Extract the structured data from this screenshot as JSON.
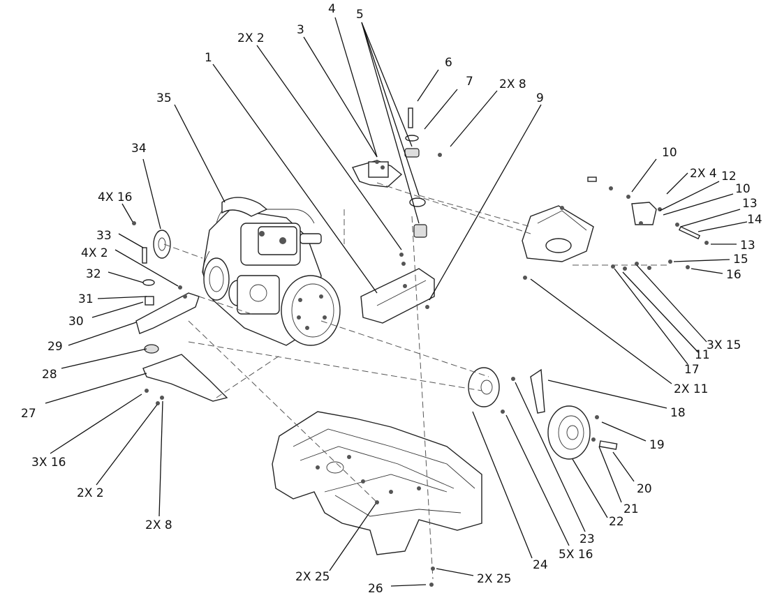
{
  "diagram": {
    "callouts": [
      {
        "id": "c1",
        "text": "1"
      },
      {
        "id": "c2",
        "text": "2X 2"
      },
      {
        "id": "c3",
        "text": "3"
      },
      {
        "id": "c4",
        "text": "4"
      },
      {
        "id": "c5",
        "text": "5"
      },
      {
        "id": "c6",
        "text": "6"
      },
      {
        "id": "c7",
        "text": "7"
      },
      {
        "id": "c8",
        "text": "2X 8"
      },
      {
        "id": "c9",
        "text": "9"
      },
      {
        "id": "c10a",
        "text": "10"
      },
      {
        "id": "c2x4",
        "text": "2X 4"
      },
      {
        "id": "c12",
        "text": "12"
      },
      {
        "id": "c10b",
        "text": "10"
      },
      {
        "id": "c13a",
        "text": "13"
      },
      {
        "id": "c14",
        "text": "14"
      },
      {
        "id": "c13b",
        "text": "13"
      },
      {
        "id": "c15",
        "text": "15"
      },
      {
        "id": "c16",
        "text": "16"
      },
      {
        "id": "c3x15",
        "text": "3X 15"
      },
      {
        "id": "c11",
        "text": "11"
      },
      {
        "id": "c17",
        "text": "17"
      },
      {
        "id": "c2x11",
        "text": "2X 11"
      },
      {
        "id": "c18",
        "text": "18"
      },
      {
        "id": "c19",
        "text": "19"
      },
      {
        "id": "c20",
        "text": "20"
      },
      {
        "id": "c21",
        "text": "21"
      },
      {
        "id": "c22",
        "text": "22"
      },
      {
        "id": "c23",
        "text": "23"
      },
      {
        "id": "c5x16",
        "text": "5X 16"
      },
      {
        "id": "c24",
        "text": "24"
      },
      {
        "id": "c2x25a",
        "text": "2X 25"
      },
      {
        "id": "c26",
        "text": "26"
      },
      {
        "id": "c2x25b",
        "text": "2X 25"
      },
      {
        "id": "c2x8b",
        "text": "2X 8"
      },
      {
        "id": "c2x2b",
        "text": "2X 2"
      },
      {
        "id": "c3x16",
        "text": "3X 16"
      },
      {
        "id": "c27",
        "text": "27"
      },
      {
        "id": "c28",
        "text": "28"
      },
      {
        "id": "c29",
        "text": "29"
      },
      {
        "id": "c30",
        "text": "30"
      },
      {
        "id": "c31",
        "text": "31"
      },
      {
        "id": "c32",
        "text": "32"
      },
      {
        "id": "c4x2",
        "text": "4X 2"
      },
      {
        "id": "c33",
        "text": "33"
      },
      {
        "id": "c4x16",
        "text": "4X 16"
      },
      {
        "id": "c34",
        "text": "34"
      },
      {
        "id": "c35",
        "text": "35"
      }
    ]
  }
}
